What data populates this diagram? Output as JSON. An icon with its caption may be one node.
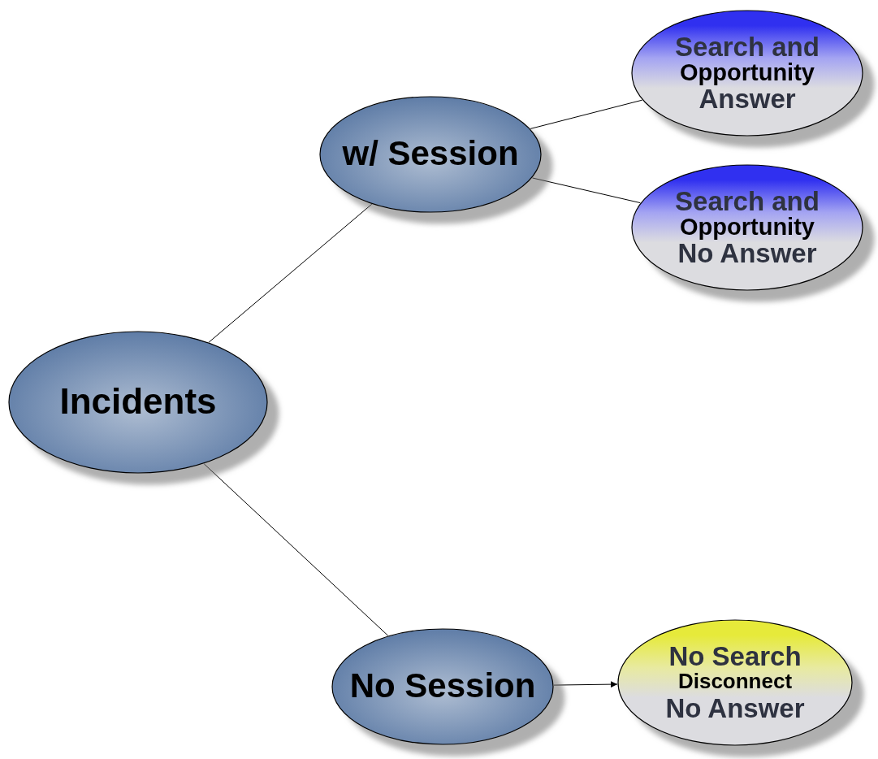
{
  "diagram": {
    "nodes": [
      {
        "text": [
          "Incidents"
        ]
      },
      {
        "text": [
          "w/ Session"
        ]
      },
      {
        "text": [
          "Search and Answer",
          "Opportunity"
        ]
      },
      {
        "text": [
          "Search and No Answer",
          "Opportunity"
        ]
      },
      {
        "text": [
          "No Session"
        ]
      },
      {
        "text": [
          "No Search No Answer",
          "Disconnect"
        ]
      }
    ],
    "edges": [
      {
        "from": 0,
        "to": 1,
        "arrow": "none"
      },
      {
        "from": 0,
        "to": 4,
        "arrow": "none"
      },
      {
        "from": 1,
        "to": 2,
        "arrow": "none"
      },
      {
        "from": 1,
        "to": 3,
        "arrow": "none"
      },
      {
        "from": 4,
        "to": 5,
        "arrow": "to"
      }
    ]
  }
}
